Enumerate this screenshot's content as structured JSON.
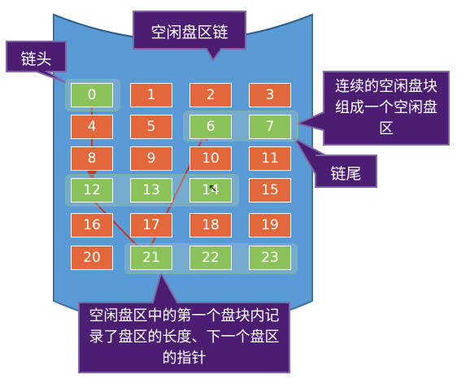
{
  "title": "空闲盘区链",
  "labels": {
    "head": "链头",
    "tail": "链尾",
    "group_note": "连续的空闲盘块组成一个空闲盘区",
    "bottom_note": "空闲盘区中的第一个盘块内记录了盘区的长度、下一个盘区的指针"
  },
  "blocks": [
    {
      "num": "0",
      "status": "free"
    },
    {
      "num": "1",
      "status": "used"
    },
    {
      "num": "2",
      "status": "used"
    },
    {
      "num": "3",
      "status": "used"
    },
    {
      "num": "4",
      "status": "used"
    },
    {
      "num": "5",
      "status": "used"
    },
    {
      "num": "6",
      "status": "free"
    },
    {
      "num": "7",
      "status": "free"
    },
    {
      "num": "8",
      "status": "used"
    },
    {
      "num": "9",
      "status": "used"
    },
    {
      "num": "10",
      "status": "used"
    },
    {
      "num": "11",
      "status": "used"
    },
    {
      "num": "12",
      "status": "free"
    },
    {
      "num": "13",
      "status": "free"
    },
    {
      "num": "14",
      "status": "free"
    },
    {
      "num": "15",
      "status": "used"
    },
    {
      "num": "16",
      "status": "used"
    },
    {
      "num": "17",
      "status": "used"
    },
    {
      "num": "18",
      "status": "used"
    },
    {
      "num": "19",
      "status": "used"
    },
    {
      "num": "20",
      "status": "used"
    },
    {
      "num": "21",
      "status": "free"
    },
    {
      "num": "22",
      "status": "free"
    },
    {
      "num": "23",
      "status": "free"
    }
  ],
  "free_regions": [
    {
      "name": "region-0",
      "blocks": [
        "0"
      ]
    },
    {
      "name": "region-6-7",
      "blocks": [
        "6",
        "7"
      ]
    },
    {
      "name": "region-12-14",
      "blocks": [
        "12",
        "13",
        "14"
      ]
    },
    {
      "name": "region-21-23",
      "blocks": [
        "21",
        "22",
        "23"
      ]
    }
  ],
  "chain": [
    "0",
    "12",
    "21",
    "6"
  ],
  "colors": {
    "disk_fill": "#5b9bd5",
    "disk_stroke": "#41719c",
    "used_block": "#e2673b",
    "free_block": "#8bc25a",
    "callout_fill": "#4b1e72",
    "callout_stroke": "#7f66a8",
    "pointer": "#c0392b"
  }
}
